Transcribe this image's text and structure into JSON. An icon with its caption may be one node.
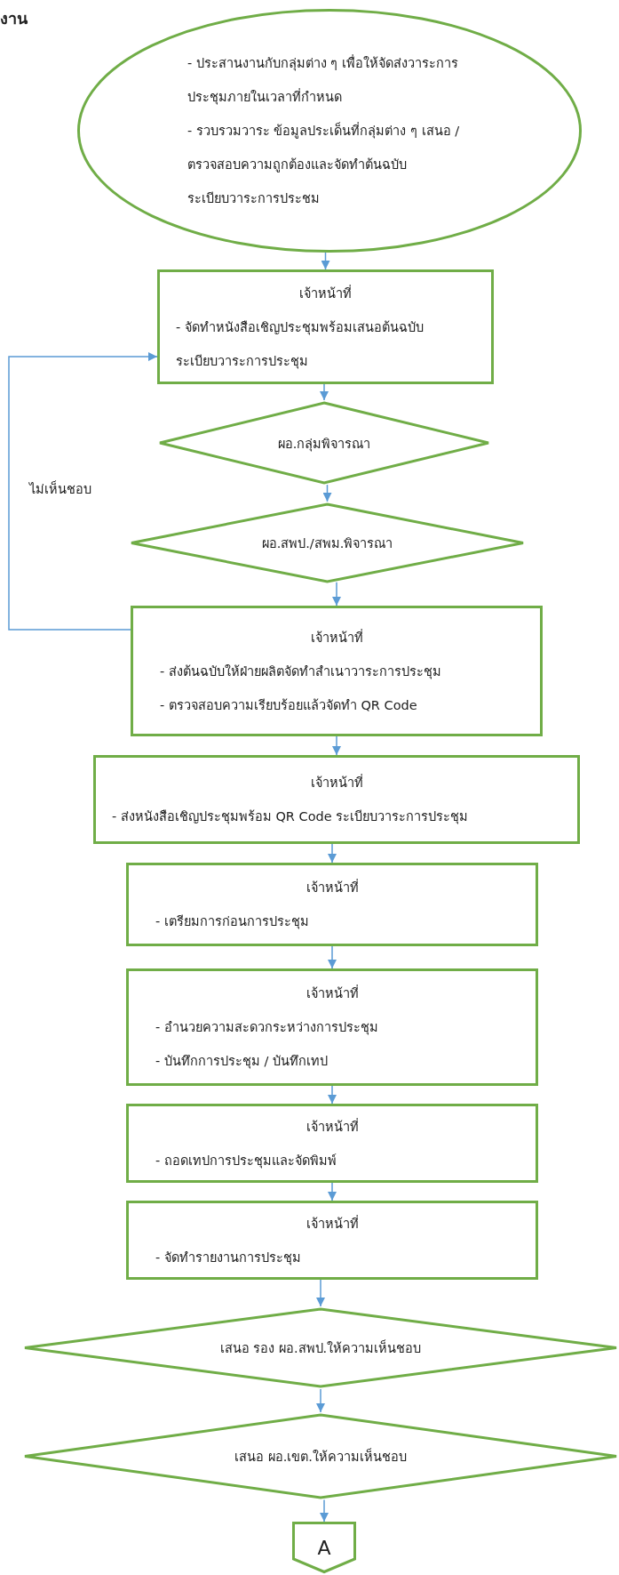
{
  "diagram": {
    "title": "งาน",
    "nodes": [
      {
        "text": [
          "- ประสานงานกับกลุ่มต่าง ๆ เพื่อให้จัดส่งวาระการประชุมภายในเวลาที่กำหนด",
          "- รวบรวมวาระ ข้อมูลประเด็นที่กลุ่มต่าง ๆ เสนอ / ตรวจสอบความถูกต้องและจัดทำต้นฉบับระเบียบวาระการประชม"
        ]
      },
      {
        "text": [
          "เจ้าหน้าที่",
          "- จัดทำหนังสือเชิญประชุมพร้อมเสนอต้นฉบับระเบียบวาระการประชุม"
        ]
      },
      {
        "text": [
          "ผอ.กลุ่มพิจารณา"
        ]
      },
      {
        "text": [
          "ผอ.สพป./สพม.พิจารณา"
        ]
      },
      {
        "text": [
          "เจ้าหน้าที่",
          "- ส่งต้นฉบับให้ฝ่ายผลิตจัดทำสำเนาวาระการประชุม",
          "- ตรวจสอบความเรียบร้อยแล้วจัดทำ QR Code"
        ]
      },
      {
        "text": [
          "เจ้าหน้าที่",
          "- ส่งหนังสือเชิญประชุมพร้อม QR Code ระเบียบวาระการประชุม"
        ]
      },
      {
        "text": [
          "เจ้าหน้าที่",
          "- เตรียมการก่อนการประชุม"
        ]
      },
      {
        "text": [
          "เจ้าหน้าที่",
          "- อำนวยความสะดวกระหว่างการประชุม",
          "- บันทึกการประชุม / บันทึกเทป"
        ]
      },
      {
        "text": [
          "เจ้าหน้าที่",
          "- ถอดเทปการประชุมและจัดพิมพ์"
        ]
      },
      {
        "text": [
          "เจ้าหน้าที่",
          "- จัดทำรายงานการประชุม"
        ]
      },
      {
        "text": [
          "เสนอ รอง ผอ.สพป.ให้ความเห็นชอบ"
        ]
      },
      {
        "text": [
          "เสนอ ผอ.เขต.ให้ความเห็นชอบ"
        ]
      },
      {
        "text": [
          "A"
        ]
      }
    ],
    "edges": [
      {
        "from": 0,
        "to": 1,
        "arrow": "to"
      },
      {
        "from": 1,
        "to": 2,
        "arrow": "to"
      },
      {
        "from": 2,
        "to": 3,
        "arrow": "to"
      },
      {
        "from": 3,
        "to": 4,
        "arrow": "to"
      },
      {
        "from": 4,
        "to": 1,
        "arrow": "to",
        "label": "ไม่เห็นชอบ"
      },
      {
        "from": 4,
        "to": 5,
        "arrow": "to"
      },
      {
        "from": 5,
        "to": 6,
        "arrow": "to"
      },
      {
        "from": 6,
        "to": 7,
        "arrow": "to"
      },
      {
        "from": 7,
        "to": 8,
        "arrow": "to"
      },
      {
        "from": 8,
        "to": 9,
        "arrow": "to"
      },
      {
        "from": 9,
        "to": 10,
        "arrow": "to"
      },
      {
        "from": 10,
        "to": 11,
        "arrow": "to"
      },
      {
        "from": 11,
        "to": 12,
        "arrow": "to"
      }
    ]
  }
}
